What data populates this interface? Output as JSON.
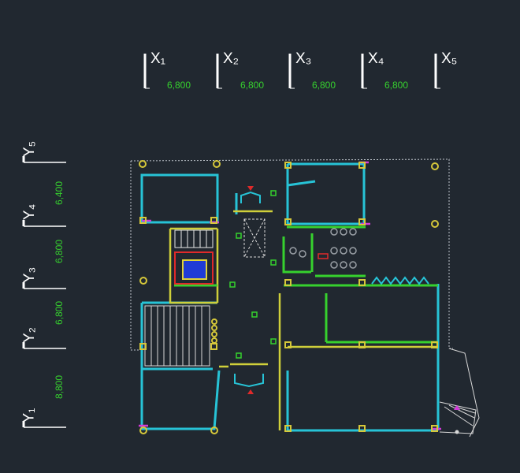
{
  "grid": {
    "x_axes": [
      {
        "label": "X₁"
      },
      {
        "label": "X₂"
      },
      {
        "label": "X₃"
      },
      {
        "label": "X₄"
      },
      {
        "label": "X₅"
      }
    ],
    "x_spacings": [
      "6,800",
      "6,800",
      "6,800",
      "6,800"
    ],
    "y_axes": [
      {
        "label": "Y₁"
      },
      {
        "label": "Y₂"
      },
      {
        "label": "Y₃"
      },
      {
        "label": "Y₄"
      },
      {
        "label": "Y₅"
      }
    ],
    "y_spacings": [
      "8,800",
      "6,800",
      "6,800",
      "6,400"
    ]
  },
  "colors": {
    "background": "#212830",
    "wall_cyan": "#27c3d6",
    "wall_yellow": "#cfcf3a",
    "wall_green": "#36d12e",
    "accent_magenta": "#d23ad8",
    "accent_red": "#e02a2a",
    "lift_blue": "#1f3bd6",
    "column_yellow": "#d6c83a",
    "outline_gray": "#bfc5cc",
    "label_white": "#ffffff",
    "dim_green": "#36d12e"
  }
}
